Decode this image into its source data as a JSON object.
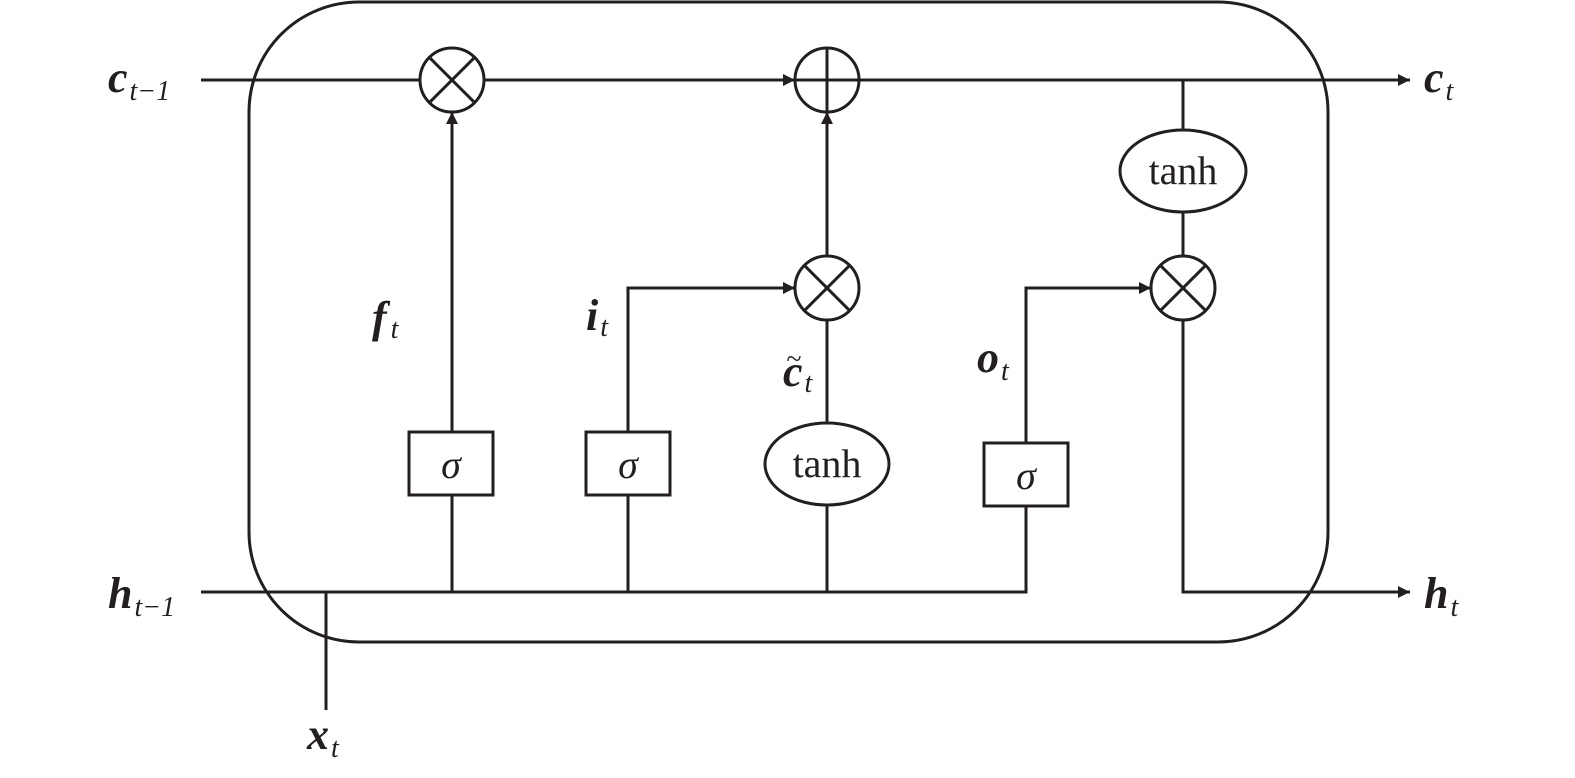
{
  "inputs": {
    "c_prev": {
      "base": "c",
      "sub": "t−1"
    },
    "h_prev": {
      "base": "h",
      "sub": "t−1"
    },
    "x": {
      "base": "x",
      "sub": "t"
    }
  },
  "outputs": {
    "c": {
      "base": "c",
      "sub": "t"
    },
    "h": {
      "base": "h",
      "sub": "t"
    }
  },
  "gates": {
    "forget": {
      "base": "f",
      "sub": "t",
      "activation": "σ"
    },
    "input": {
      "base": "i",
      "sub": "t",
      "activation": "σ"
    },
    "candidate": {
      "base": "c",
      "tilde": "~",
      "sub": "t",
      "activation": "tanh"
    },
    "output": {
      "base": "o",
      "sub": "t",
      "activation": "σ"
    }
  },
  "cell_output_activation": "tanh",
  "operators": {
    "multiply": "×",
    "add": "+"
  }
}
